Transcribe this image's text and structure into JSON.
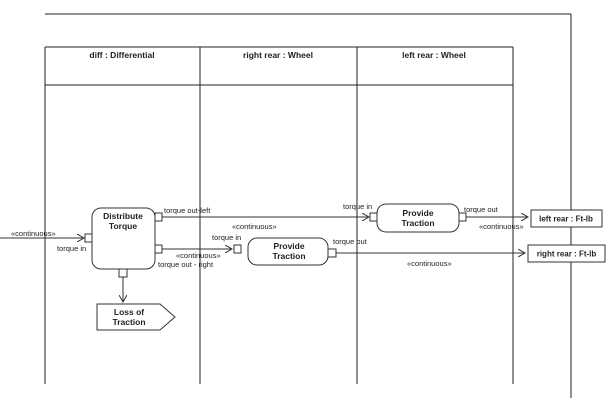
{
  "swimlanes": [
    {
      "title": "diff : Differential"
    },
    {
      "title": "right rear : Wheel"
    },
    {
      "title": "left rear : Wheel"
    }
  ],
  "actions": {
    "distribute": {
      "line1": "Distribute",
      "line2": "Torque"
    },
    "traction_top": {
      "line1": "Provide",
      "line2": "Traction"
    },
    "traction_mid": {
      "line1": "Provide",
      "line2": "Traction"
    }
  },
  "pins": {
    "dist_torque_in": "torque in",
    "dist_out_left": "torque out-left",
    "dist_out_right": "torque out - right",
    "top_torque_in": "torque in",
    "top_torque_out": "torque out",
    "mid_torque_in": "torque in",
    "mid_torque_out": "torque out"
  },
  "stereotypes": {
    "input_flow": "«continuous»",
    "to_left_wheel": "«continuous»",
    "to_right_wheel": "«continuous»",
    "left_out": "«continuous»",
    "right_out": "«continuous»"
  },
  "objects": {
    "left_rear": "left rear : Ft-lb",
    "right_rear": "right rear : Ft-lb"
  },
  "signal": {
    "line1": "Loss of",
    "line2": "Traction"
  }
}
